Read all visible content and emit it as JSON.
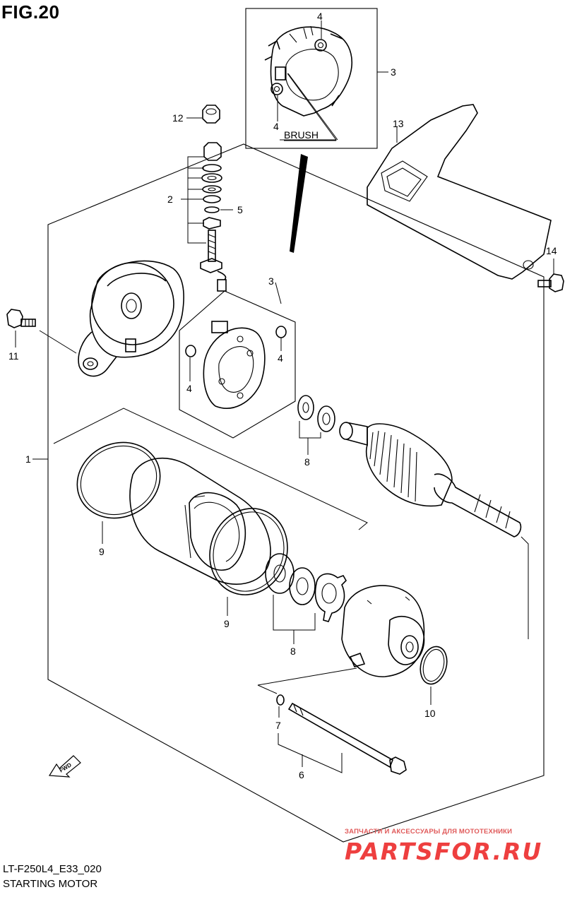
{
  "figure": {
    "title": "FIG.20",
    "model_code": "LT-F250L4_E33_020",
    "name": "STARTING MOTOR"
  },
  "callouts": {
    "p1": "1",
    "p2": "2",
    "p3_top": "3",
    "p3_mid": "3",
    "p4_a": "4",
    "p4_b": "4",
    "p4_c": "4",
    "p4_d": "4",
    "p5": "5",
    "p6": "6",
    "p7": "7",
    "p8_a": "8",
    "p8_b": "8",
    "p9_a": "9",
    "p9_b": "9",
    "p10": "10",
    "p11": "11",
    "p12": "12",
    "p13": "13",
    "p14": "14"
  },
  "inset": {
    "brush_label": "BRUSH"
  },
  "fwd_label": "FWD",
  "watermark": {
    "tagline": "ЗАПЧАСТИ И АКСЕССУАРЫ ДЛЯ МОТОТЕХНИКИ",
    "brand": "PARTSFOR.RU"
  }
}
